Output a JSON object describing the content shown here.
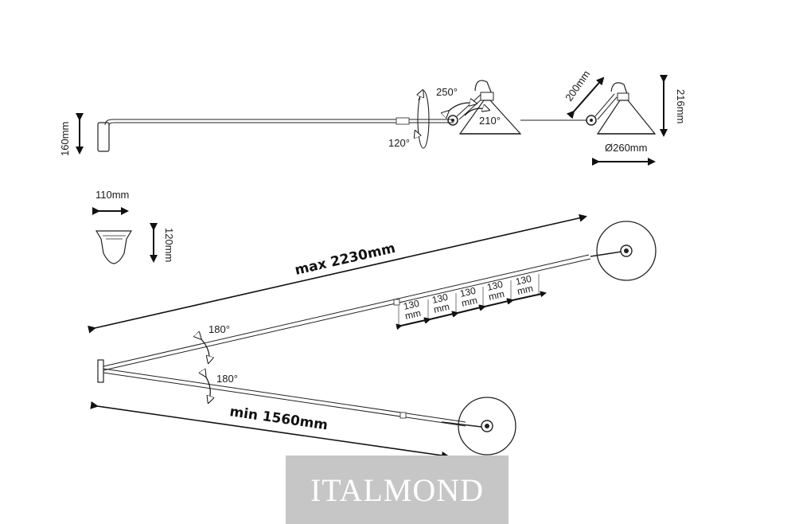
{
  "dimensions": {
    "mount_height": "160mm",
    "rotation_120": "120°",
    "rotation_250": "250°",
    "rotation_210": "210°",
    "arm_200": "200mm",
    "shade_height": "216mm",
    "shade_diameter": "Ø260mm",
    "bracket_width": "110mm",
    "bracket_height": "120mm",
    "max_length": "max 2230mm",
    "min_length": "min 1560mm",
    "swing_upper": "180°",
    "swing_lower": "180°",
    "step_value": "130",
    "step_unit": "mm"
  },
  "watermark": {
    "text": "ITALMOND"
  },
  "colors": {
    "line": "#222222",
    "watermark_bg": "#c6c6c6",
    "watermark_text": "#ffffff"
  }
}
